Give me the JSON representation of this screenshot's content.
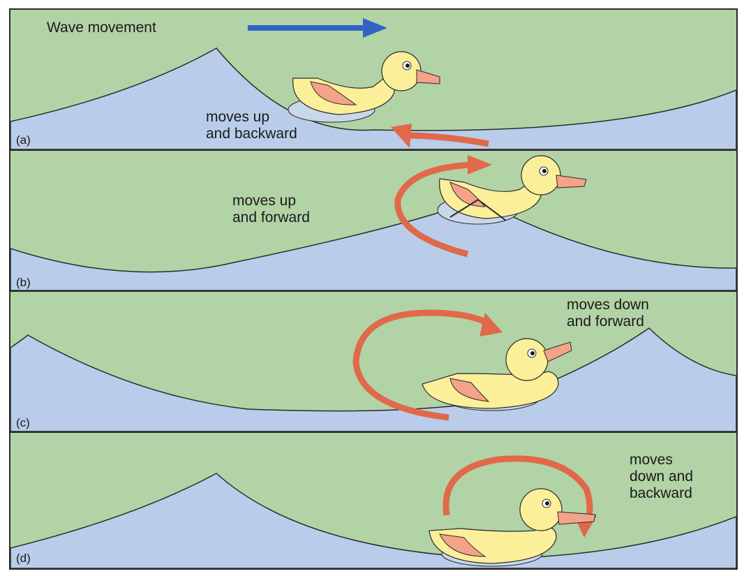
{
  "wave_movement_label": "Wave movement",
  "colors": {
    "water": "#b9cdea",
    "air": "#b2d3a6",
    "arrow_blue": "#2f63c4",
    "arrow_red": "#e0694a",
    "duck_body": "#fbef9a",
    "duck_bill": "#f4a388",
    "outline": "#2a2a2a"
  },
  "panels": [
    {
      "id": "a",
      "label": "(a)",
      "caption": "moves up\nand backward"
    },
    {
      "id": "b",
      "label": "(b)",
      "caption": "moves up\nand forward"
    },
    {
      "id": "c",
      "label": "(c)",
      "caption": "moves down\nand forward"
    },
    {
      "id": "d",
      "label": "(d)",
      "caption": "moves\ndown and\nbackward"
    }
  ]
}
